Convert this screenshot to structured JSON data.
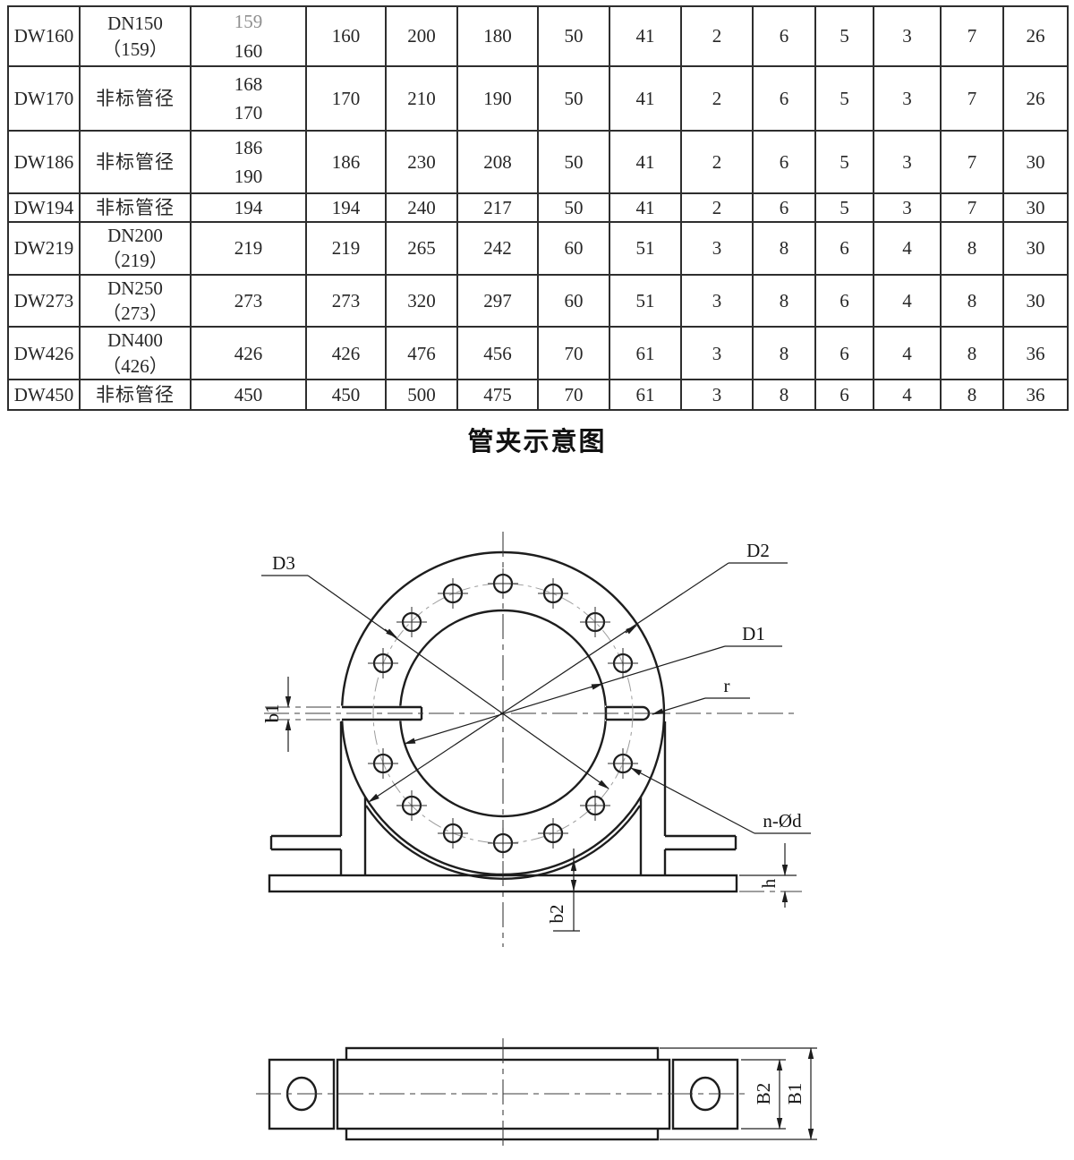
{
  "title": {
    "text": "管夹示意图"
  },
  "table": {
    "rows": [
      {
        "model": "DW160",
        "spec": "DN150（159）",
        "range1": "159",
        "range2": "160",
        "c1": "160",
        "c2": "200",
        "c3": "180",
        "c4": "50",
        "c5": "41",
        "c6": "2",
        "c7": "6",
        "c8": "5",
        "c9": "3",
        "c10": "7",
        "c11": "26"
      },
      {
        "model": "DW170",
        "spec": "非标管径",
        "range1": "168",
        "range2": "170",
        "c1": "170",
        "c2": "210",
        "c3": "190",
        "c4": "50",
        "c5": "41",
        "c6": "2",
        "c7": "6",
        "c8": "5",
        "c9": "3",
        "c10": "7",
        "c11": "26"
      },
      {
        "model": "DW186",
        "spec": "非标管径",
        "range1": "186",
        "range2": "190",
        "c1": "186",
        "c2": "230",
        "c3": "208",
        "c4": "50",
        "c5": "41",
        "c6": "2",
        "c7": "6",
        "c8": "5",
        "c9": "3",
        "c10": "7",
        "c11": "30"
      },
      {
        "model": "DW194",
        "spec": "非标管径",
        "range1": "194",
        "c1": "194",
        "c2": "240",
        "c3": "217",
        "c4": "50",
        "c5": "41",
        "c6": "2",
        "c7": "6",
        "c8": "5",
        "c9": "3",
        "c10": "7",
        "c11": "30"
      },
      {
        "model": "DW219",
        "spec": "DN200（219）",
        "range1": "219",
        "c1": "219",
        "c2": "265",
        "c3": "242",
        "c4": "60",
        "c5": "51",
        "c6": "3",
        "c7": "8",
        "c8": "6",
        "c9": "4",
        "c10": "8",
        "c11": "30"
      },
      {
        "model": "DW273",
        "spec": "DN250（273）",
        "range1": "273",
        "c1": "273",
        "c2": "320",
        "c3": "297",
        "c4": "60",
        "c5": "51",
        "c6": "3",
        "c7": "8",
        "c8": "6",
        "c9": "4",
        "c10": "8",
        "c11": "30"
      },
      {
        "model": "DW426",
        "spec": "DN400（426）",
        "range1": "426",
        "c1": "426",
        "c2": "476",
        "c3": "456",
        "c4": "70",
        "c5": "61",
        "c6": "3",
        "c7": "8",
        "c8": "6",
        "c9": "4",
        "c10": "8",
        "c11": "36"
      },
      {
        "model": "DW450",
        "spec": "非标管径",
        "range1": "450",
        "c1": "450",
        "c2": "500",
        "c3": "475",
        "c4": "70",
        "c5": "61",
        "c6": "3",
        "c7": "8",
        "c8": "6",
        "c9": "4",
        "c10": "8",
        "c11": "36"
      }
    ]
  },
  "figure": {
    "front": {
      "d3": "D3",
      "d2": "D2",
      "d1": "D1",
      "r": "r",
      "n_d": "n-Ød",
      "b1": "b1",
      "b2": "b2",
      "h": "h"
    },
    "plan": {
      "b2": "B2",
      "b1": "B1"
    }
  }
}
